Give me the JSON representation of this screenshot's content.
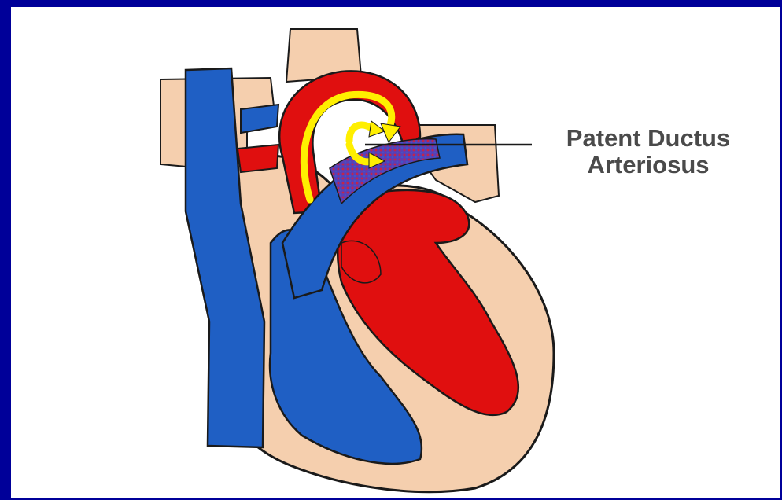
{
  "diagram": {
    "label_line1": "Patent Ductus",
    "label_line2": "Arteriosus",
    "colors": {
      "slide_background": "#000099",
      "panel_background": "#ffffff",
      "tissue": "#f5cfae",
      "oxygenated_blood": "#e00f0f",
      "deoxygenated_blood": "#1f5fc4",
      "mixed_blood": "#6b3fae",
      "flow_arrows": "#ffef00",
      "outline": "#1a1a1a",
      "label_text": "#4a4a4a"
    },
    "icons": [
      "heart-illustration",
      "blood-flow-arrows",
      "callout-leader-line"
    ]
  }
}
